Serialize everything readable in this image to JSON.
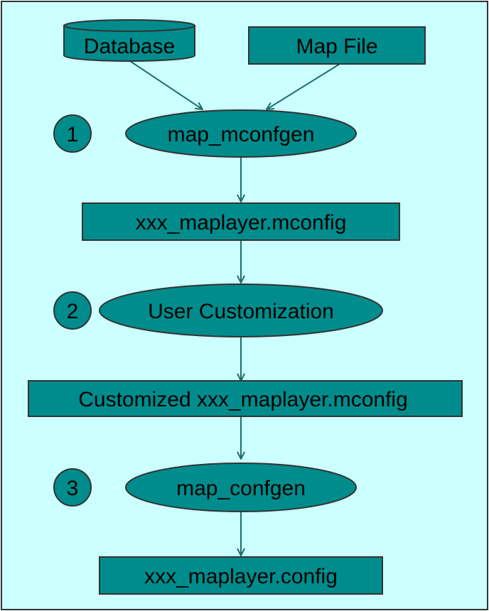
{
  "colors": {
    "background": "#ccffff",
    "node_fill": "#008c8c",
    "stroke": "#333333",
    "arrow": "#1e6e6e",
    "text": "#000000"
  },
  "nodes": {
    "database": {
      "label": "Database",
      "shape": "cylinder"
    },
    "map_file": {
      "label": "Map File",
      "shape": "rectangle"
    },
    "map_mconfgen": {
      "label": "map_mconfgen",
      "shape": "ellipse"
    },
    "xxx_maplayer_mconfig": {
      "label": "xxx_maplayer.mconfig",
      "shape": "rectangle"
    },
    "user_customization": {
      "label": "User Customization",
      "shape": "ellipse"
    },
    "customized_mconfig": {
      "label": "Customized xxx_maplayer.mconfig",
      "shape": "rectangle"
    },
    "map_confgen": {
      "label": "map_confgen",
      "shape": "ellipse"
    },
    "xxx_maplayer_config": {
      "label": "xxx_maplayer.config",
      "shape": "rectangle"
    }
  },
  "steps": [
    {
      "number": "1"
    },
    {
      "number": "2"
    },
    {
      "number": "3"
    }
  ],
  "edges": [
    {
      "from": "database",
      "to": "map_mconfgen"
    },
    {
      "from": "map_file",
      "to": "map_mconfgen"
    },
    {
      "from": "map_mconfgen",
      "to": "xxx_maplayer_mconfig"
    },
    {
      "from": "xxx_maplayer_mconfig",
      "to": "user_customization"
    },
    {
      "from": "user_customization",
      "to": "customized_mconfig"
    },
    {
      "from": "customized_mconfig",
      "to": "map_confgen"
    },
    {
      "from": "map_confgen",
      "to": "xxx_maplayer_config"
    }
  ]
}
